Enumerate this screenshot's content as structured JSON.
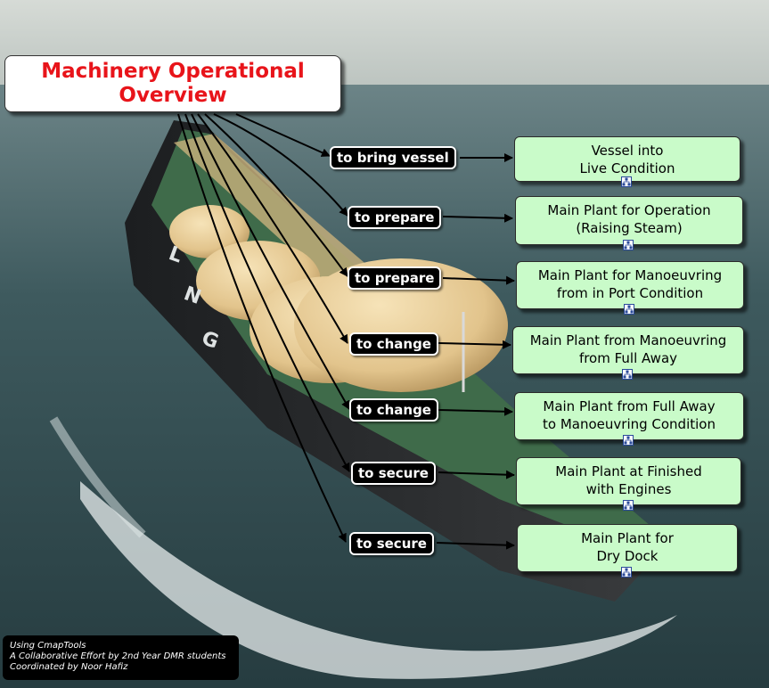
{
  "title": "Machinery Operational\nOverview",
  "colors": {
    "title_text": "#e8141a",
    "concept_fill": "#c9fbc9",
    "link_label_fill": "#000000",
    "link_label_text": "#ffffff"
  },
  "links": [
    {
      "label": "to bring vessel",
      "concept": "Vessel into\nLive Condition"
    },
    {
      "label": "to prepare",
      "concept": "Main Plant for Operation\n(Raising Steam)"
    },
    {
      "label": "to prepare",
      "concept": "Main Plant for Manoeuvring\nfrom in Port Condition"
    },
    {
      "label": "to change",
      "concept": "Main Plant from Manoeuvring\nfrom Full Away"
    },
    {
      "label": "to change",
      "concept": "Main Plant from Full Away\nto Manoeuvring Condition"
    },
    {
      "label": "to secure",
      "concept": "Main Plant at Finished\nwith Engines"
    },
    {
      "label": "to secure",
      "concept": "Main Plant for\nDry Dock"
    }
  ],
  "submap_icon": "submap-icon",
  "credits": [
    "Using CmapTools",
    "A Collaborative Effort by 2nd Year DMR students",
    "Coordinated by Noor Hafiz"
  ]
}
